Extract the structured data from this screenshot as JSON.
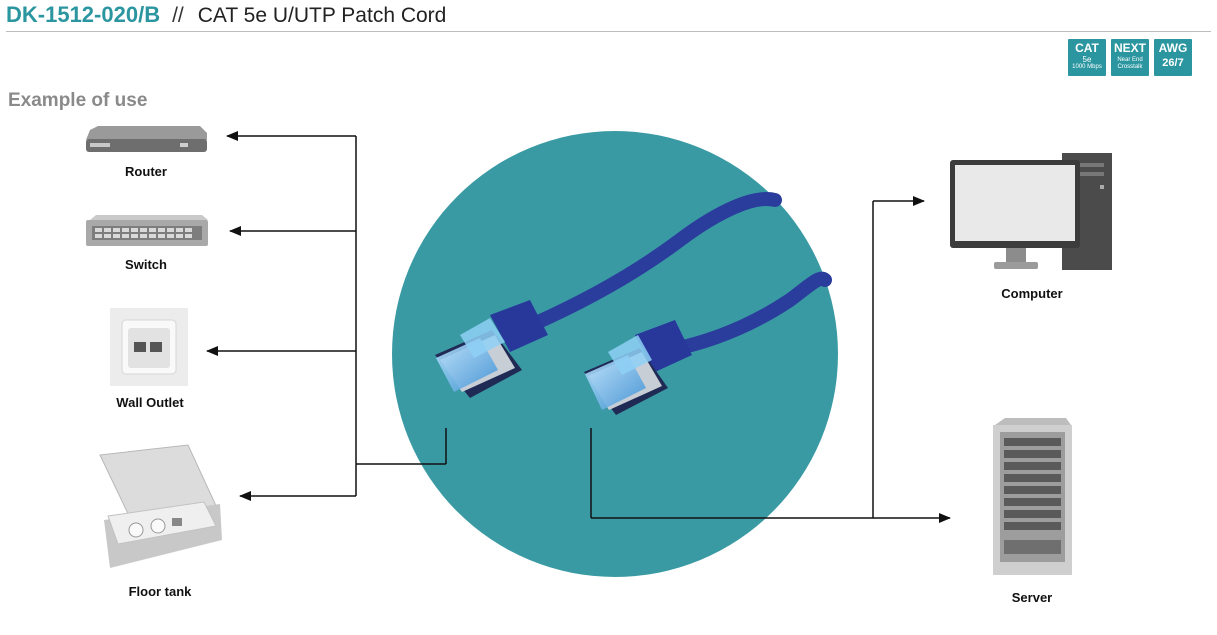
{
  "header": {
    "code": "DK-1512-020/B",
    "separator": "//",
    "subtitle": "CAT 5e U/UTP Patch Cord"
  },
  "badges": [
    {
      "line1": "CAT",
      "line2": "5e",
      "line3": "1000 Mbps"
    },
    {
      "line1": "NEXT",
      "line2": "Near End",
      "line3": "Crosstalk"
    },
    {
      "line1": "AWG",
      "line2": "26/7",
      "line3": ""
    }
  ],
  "section_title": "Example of use",
  "devices_left": [
    "Router",
    "Switch",
    "Wall Outlet",
    "Floor tank"
  ],
  "devices_right": [
    "Computer",
    "Server"
  ],
  "colors": {
    "accent": "#2b96a0",
    "cable": "#2a3d9c",
    "plug": "#56a8e0"
  }
}
